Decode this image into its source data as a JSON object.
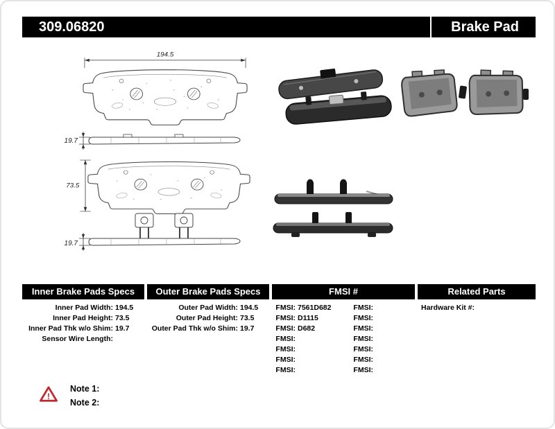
{
  "header": {
    "part_number": "309.06820",
    "product_type": "Brake Pad"
  },
  "drawings": {
    "pad_width": "194.5",
    "pad_height": "73.5",
    "pad_thickness_outer": "19.7",
    "pad_thickness_inner": "19.7"
  },
  "tables": {
    "inner": {
      "title": "Inner Brake Pads Specs",
      "rows": [
        {
          "label": "Inner Pad Width:",
          "value": "194.5"
        },
        {
          "label": "Inner Pad Height:",
          "value": "73.5"
        },
        {
          "label": "Inner Pad Thk w/o Shim:",
          "value": "19.7"
        },
        {
          "label": "Sensor Wire Length:",
          "value": ""
        }
      ]
    },
    "outer": {
      "title": "Outer Brake Pads Specs",
      "rows": [
        {
          "label": "Outer Pad Width:",
          "value": "194.5"
        },
        {
          "label": "Outer Pad Height:",
          "value": "73.5"
        },
        {
          "label": "Outer Pad Thk w/o Shim:",
          "value": "19.7"
        }
      ]
    },
    "fmsi": {
      "title": "FMSI #",
      "col1": [
        {
          "label": "FMSI:",
          "value": "7561D682"
        },
        {
          "label": "FMSI:",
          "value": "D1115"
        },
        {
          "label": "FMSI:",
          "value": "D682"
        },
        {
          "label": "FMSI:",
          "value": ""
        },
        {
          "label": "FMSI:",
          "value": ""
        },
        {
          "label": "FMSI:",
          "value": ""
        },
        {
          "label": "FMSI:",
          "value": ""
        }
      ],
      "col2": [
        {
          "label": "FMSI:",
          "value": ""
        },
        {
          "label": "FMSI:",
          "value": ""
        },
        {
          "label": "FMSI:",
          "value": ""
        },
        {
          "label": "FMSI:",
          "value": ""
        },
        {
          "label": "FMSI:",
          "value": ""
        },
        {
          "label": "FMSI:",
          "value": ""
        },
        {
          "label": "FMSI:",
          "value": ""
        }
      ]
    },
    "related": {
      "title": "Related Parts",
      "rows": [
        {
          "label": "Hardware Kit #:",
          "value": ""
        }
      ]
    }
  },
  "notes": {
    "icon": "warning-triangle-icon",
    "items": [
      {
        "label": "Note 1:"
      },
      {
        "label": "Note 2:"
      }
    ]
  },
  "colors": {
    "header_bg": "#000000",
    "header_text": "#ffffff",
    "warning_red": "#c1272d"
  }
}
